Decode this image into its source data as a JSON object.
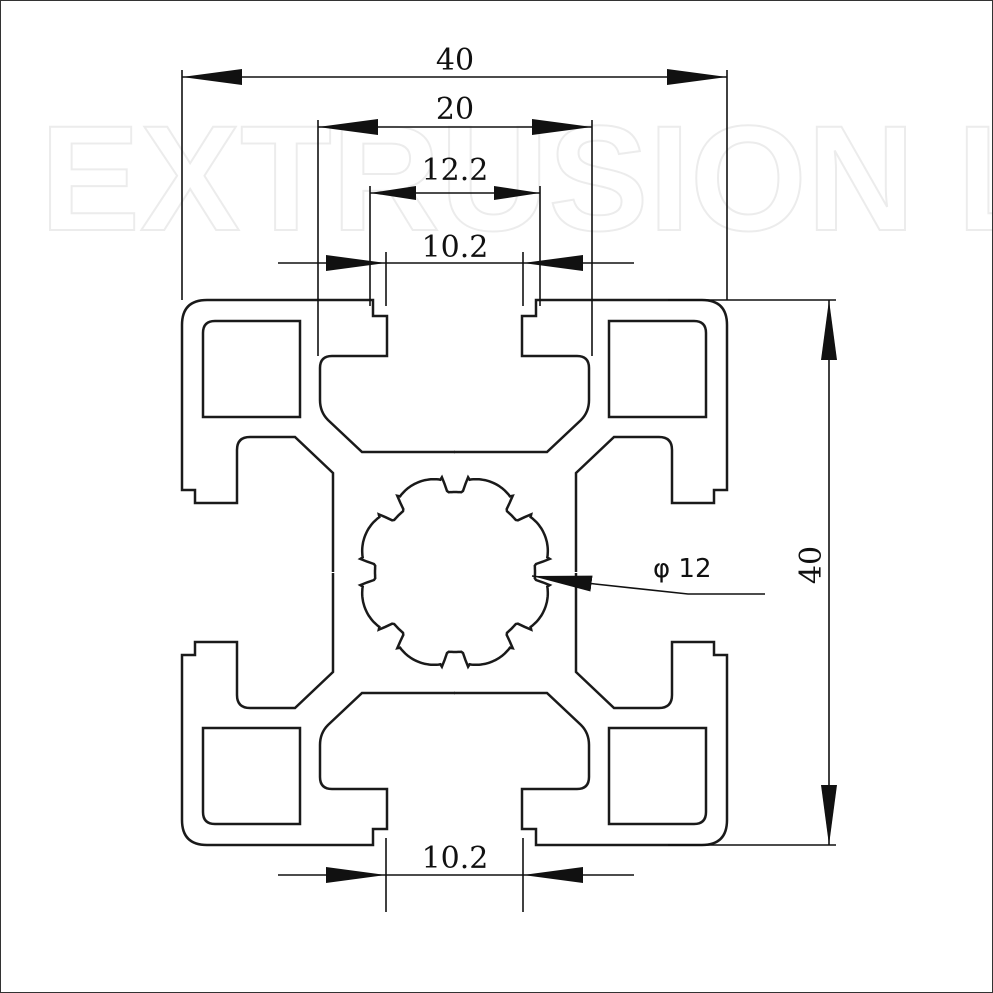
{
  "drawing": {
    "title": "40x40 aluminium extrusion profile cross-section",
    "watermark": "EXTRUSION LAND",
    "line_color": "#1a1a1a",
    "dimensions": {
      "overall_width": "40",
      "slot_width_outer": "20",
      "slot_width_inner": "12.2",
      "slot_opening_top": "10.2",
      "slot_opening_bottom": "10.2",
      "center_bore": "φ 12",
      "overall_height": "40"
    }
  }
}
